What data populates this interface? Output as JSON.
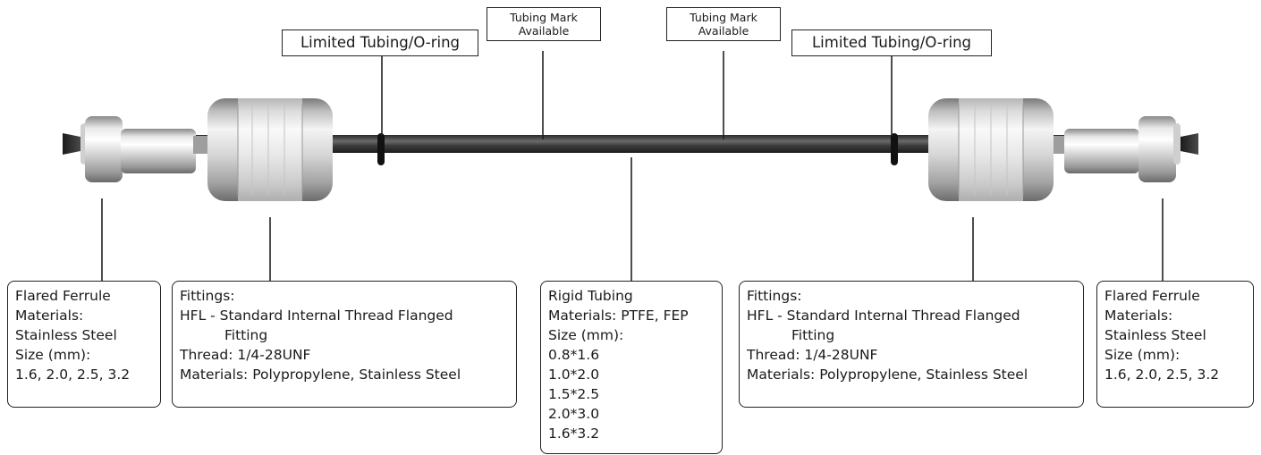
{
  "top_labels": {
    "oring_left": "Limited Tubing/O-ring",
    "mark_left": [
      "Tubing Mark",
      "Available"
    ],
    "mark_right": [
      "Tubing Mark",
      "Available"
    ],
    "oring_right": "Limited Tubing/O-ring"
  },
  "boxes": {
    "ferrule_left": [
      "Flared Ferrule",
      "Materials:",
      "Stainless Steel",
      "Size (mm):",
      "1.6, 2.0, 2.5, 3.2"
    ],
    "fitting_left": [
      "Fittings:",
      "HFL - Standard Internal Thread Flanged",
      "Fitting",
      "Thread: 1/4-28UNF",
      "Materials: Polypropylene, Stainless Steel"
    ],
    "tubing_center": [
      "Rigid Tubing",
      "Materials: PTFE, FEP",
      "Size (mm):",
      "0.8*1.6",
      "1.0*2.0",
      "1.5*2.5",
      "2.0*3.0",
      "1.6*3.2"
    ],
    "fitting_right": [
      "Fittings:",
      "HFL - Standard Internal Thread Flanged",
      "Fitting",
      "Thread: 1/4-28UNF",
      "Materials: Polypropylene, Stainless Steel"
    ],
    "ferrule_right": [
      "Flared Ferrule",
      "Materials:",
      "Stainless Steel",
      "Size (mm):",
      "1.6, 2.0, 2.5, 3.2"
    ]
  },
  "colors": {
    "line": "#222222",
    "tube": "#3a3a3a",
    "metal_light": "#f2f2f2",
    "metal_dark": "#6e6e6e"
  },
  "icons": [
    "flared-ferrule-icon",
    "fitting-nut-icon",
    "tubing-icon",
    "o-ring-icon"
  ]
}
